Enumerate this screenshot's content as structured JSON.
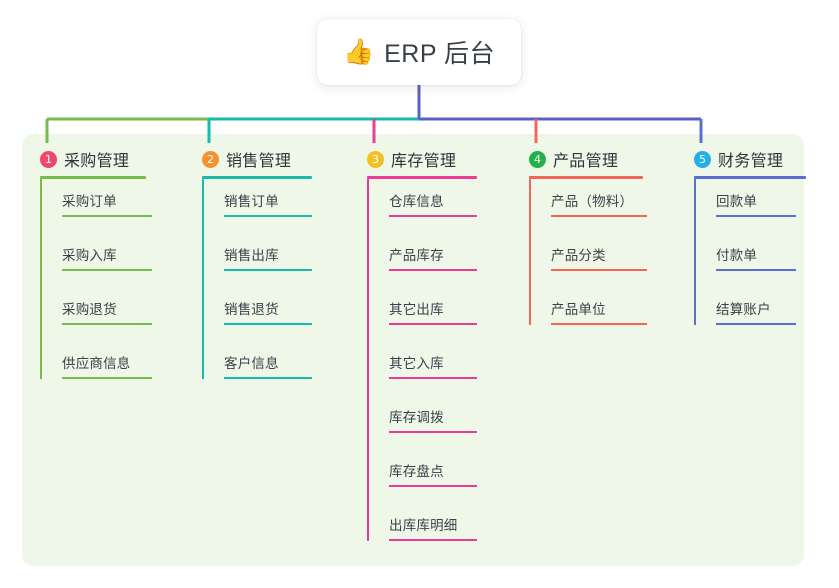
{
  "diagram": {
    "type": "mind-map",
    "root": {
      "icon": "thumbs-up-icon",
      "icon_glyph": "👍",
      "label": "ERP 后台"
    },
    "palette": {
      "panel_background": "#eef7e8",
      "page_background": "#ffffff",
      "root_stem": "#5b5fc7",
      "root_bus": "#5b5fc7",
      "text": "#3b4049"
    },
    "branches": [
      {
        "number": "1",
        "label": "采购管理",
        "badge_color": "#f0476b",
        "line_color": "#76bb4b",
        "items": [
          "采购订单",
          "采购入库",
          "采购退货",
          "供应商信息"
        ]
      },
      {
        "number": "2",
        "label": "销售管理",
        "badge_color": "#f5922f",
        "line_color": "#19bcaa",
        "items": [
          "销售订单",
          "销售出库",
          "销售退货",
          "客户信息"
        ]
      },
      {
        "number": "3",
        "label": "库存管理",
        "badge_color": "#f5c023",
        "line_color": "#ec3c96",
        "items": [
          "仓库信息",
          "产品库存",
          "其它出库",
          "其它入库",
          "库存调拨",
          "库存盘点",
          "出库库明细"
        ]
      },
      {
        "number": "4",
        "label": "产品管理",
        "badge_color": "#22b24c",
        "line_color": "#f4655a",
        "items": [
          "产品（物料）",
          "产品分类",
          "产品单位"
        ]
      },
      {
        "number": "5",
        "label": "财务管理",
        "badge_color": "#23b0e8",
        "line_color": "#5b6fd0",
        "items": [
          "回款单",
          "付款单",
          "结算账户"
        ]
      }
    ]
  }
}
